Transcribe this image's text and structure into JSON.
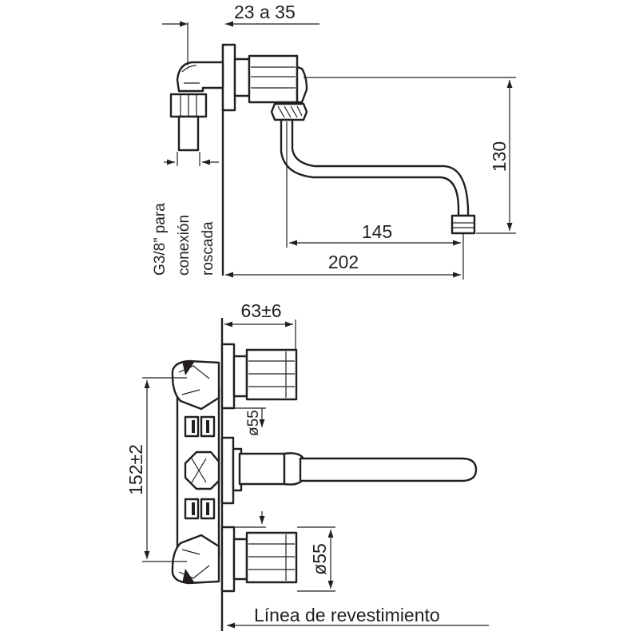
{
  "top_view": {
    "dim_wall_depth": "23 a 35",
    "dim_height": "130",
    "dim_spout_reach": "145",
    "dim_total_reach": "202",
    "connection_note_lines": [
      "G3/8” para",
      "conexión",
      "roscada"
    ]
  },
  "front_view": {
    "dim_handle_depth": "63±6",
    "dim_upper_escutcheon": "ø55",
    "dim_lower_escutcheon": "ø55",
    "dim_centers": "152±2",
    "wall_line_label": "Línea de revestimiento"
  }
}
